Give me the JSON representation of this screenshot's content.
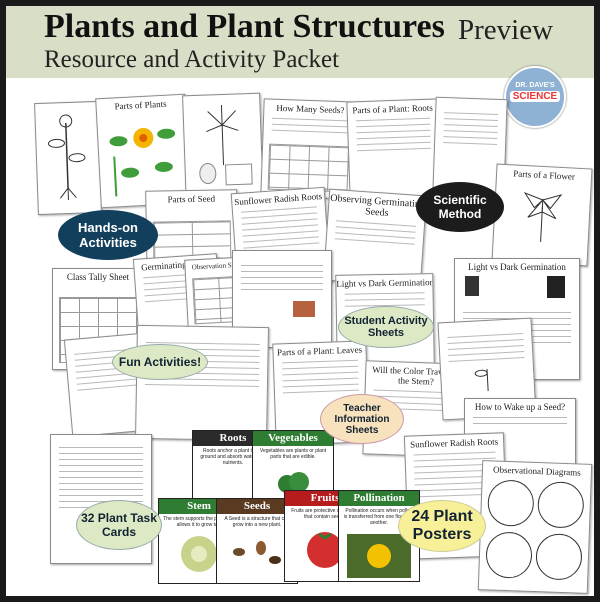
{
  "header": {
    "title": "Plants and Plant Structures",
    "preview": "Preview",
    "subtitle": "Resource and Activity Packet"
  },
  "logo": {
    "line1": "DR. DAVE'S",
    "line2": "SCIENCE"
  },
  "sheets": {
    "parts_of_plants": "Parts of Plants",
    "how_many_seeds": "How Many Seeds?",
    "parts_roots": "Parts of a Plant: Roots",
    "parts_seed": "Parts of Seed",
    "parts_flower": "Parts of a Flower",
    "observing_seeds": "Observing Germinating Seeds",
    "sunflower_radish": "Sunflower Radish Roots",
    "germinating_seeds": "Germinating Seeds",
    "observation_sheet": "Observation Sheet",
    "class_tally": "Class Tally Sheet",
    "light_dark": "Light vs Dark Germination",
    "parts_leaves": "Parts of a Plant: Leaves",
    "color_travel": "Will the Color Travel up the Stem?",
    "wake_seed": "How to Wake up a Seed?",
    "observational_diagrams": "Observational Diagrams"
  },
  "ovals": {
    "hands_on": "Hands-on Activities",
    "scientific_method": "Scientific Method",
    "student_activity": "Student Activity Sheets",
    "fun_activities": "Fun Activities!",
    "teacher_info": "Teacher Information Sheets",
    "task_cards": "32 Plant Task Cards",
    "posters": "24 Plant Posters"
  },
  "cards": {
    "roots": {
      "label": "Roots",
      "desc": "Roots anchor a plant to the ground and absorb water and nutrients."
    },
    "vegetables": {
      "label": "Vegetables",
      "desc": "Vegetables are plants or plant parts that are edible."
    },
    "stem": {
      "label": "Stem",
      "desc": "The stem supports the plant and allows it to grow tall."
    },
    "seeds": {
      "label": "Seeds",
      "desc": "A Seed is a structure that can grow into a new plant."
    },
    "fruits": {
      "label": "Fruits",
      "desc": "Fruits are protective structures that contain seeds."
    },
    "pollination": {
      "label": "Pollination",
      "desc": "Pollination occurs when pollen is transferred from one flower to another."
    }
  },
  "colors": {
    "header_bg": "#d9dfc6",
    "navy": "#123f5c",
    "black_oval": "#1c1c1c",
    "task_green": "#dce9c4",
    "posters_yellow": "#f7f099",
    "teacher_peach": "#f7e2bd",
    "card_dark": "#2b2b2b",
    "card_green": "#2e7d32",
    "card_brown": "#5a3b22",
    "card_red": "#b71c1c"
  }
}
